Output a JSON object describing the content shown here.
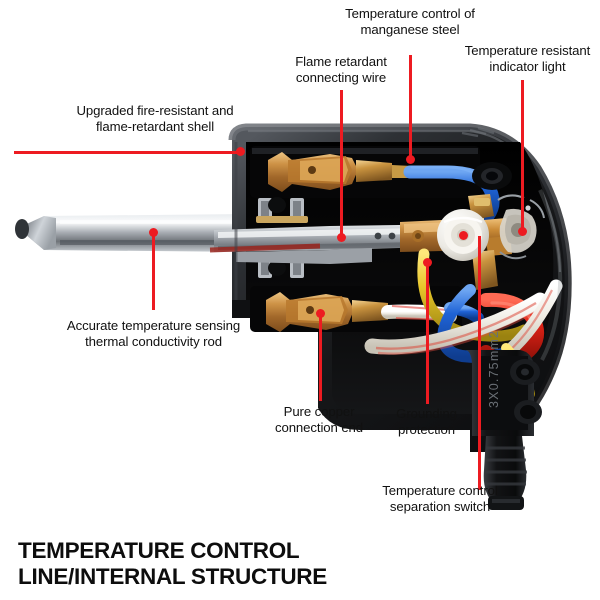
{
  "title": {
    "line1": "TEMPERATURE CONTROL",
    "line2": "LINE/INTERNAL STRUCTURE",
    "text": "TEMPERATURE CONTROL\nLINE/INTERNAL STRUCTURE"
  },
  "accent_color": "#ed1b21",
  "background_color": "#ffffff",
  "text_color": "#111111",
  "callouts": [
    {
      "id": "upgraded-shell",
      "text": "Upgraded fire-resistant and\nflame-retardant shell",
      "align": "center"
    },
    {
      "id": "flame-retardant-wire",
      "text": "Flame retardant\nconnecting wire",
      "align": "center"
    },
    {
      "id": "manganese-steel",
      "text": "Temperature control of\nmanganese steel",
      "align": "center"
    },
    {
      "id": "indicator-light",
      "text": "Temperature resistant\nindicator light",
      "align": "center"
    },
    {
      "id": "sensing-rod",
      "text": "Accurate temperature sensing\nthermal conductivity rod",
      "align": "center"
    },
    {
      "id": "copper-connection",
      "text": "Pure copper\nconnection end",
      "align": "center"
    },
    {
      "id": "grounding-protection",
      "text": "Grounding\nprotection",
      "align": "center"
    },
    {
      "id": "separation-switch",
      "text": "Temperature control\nseparation switch",
      "align": "center"
    }
  ],
  "product": {
    "name": "temperature-control-plug-internal-structure",
    "cable_marking": "3X0.75mm2",
    "shell_color": "#1b1b1d",
    "shell_highlight": "#4a4d52",
    "copper_color": "#c08b3a",
    "brass_color": "#d6a441",
    "steel_color": "#b9bcc0",
    "wire_blue": "#1f63d6",
    "wire_red": "#e12418",
    "wire_yellow": "#e8c72a",
    "wire_braid": "#f2f0ea"
  }
}
